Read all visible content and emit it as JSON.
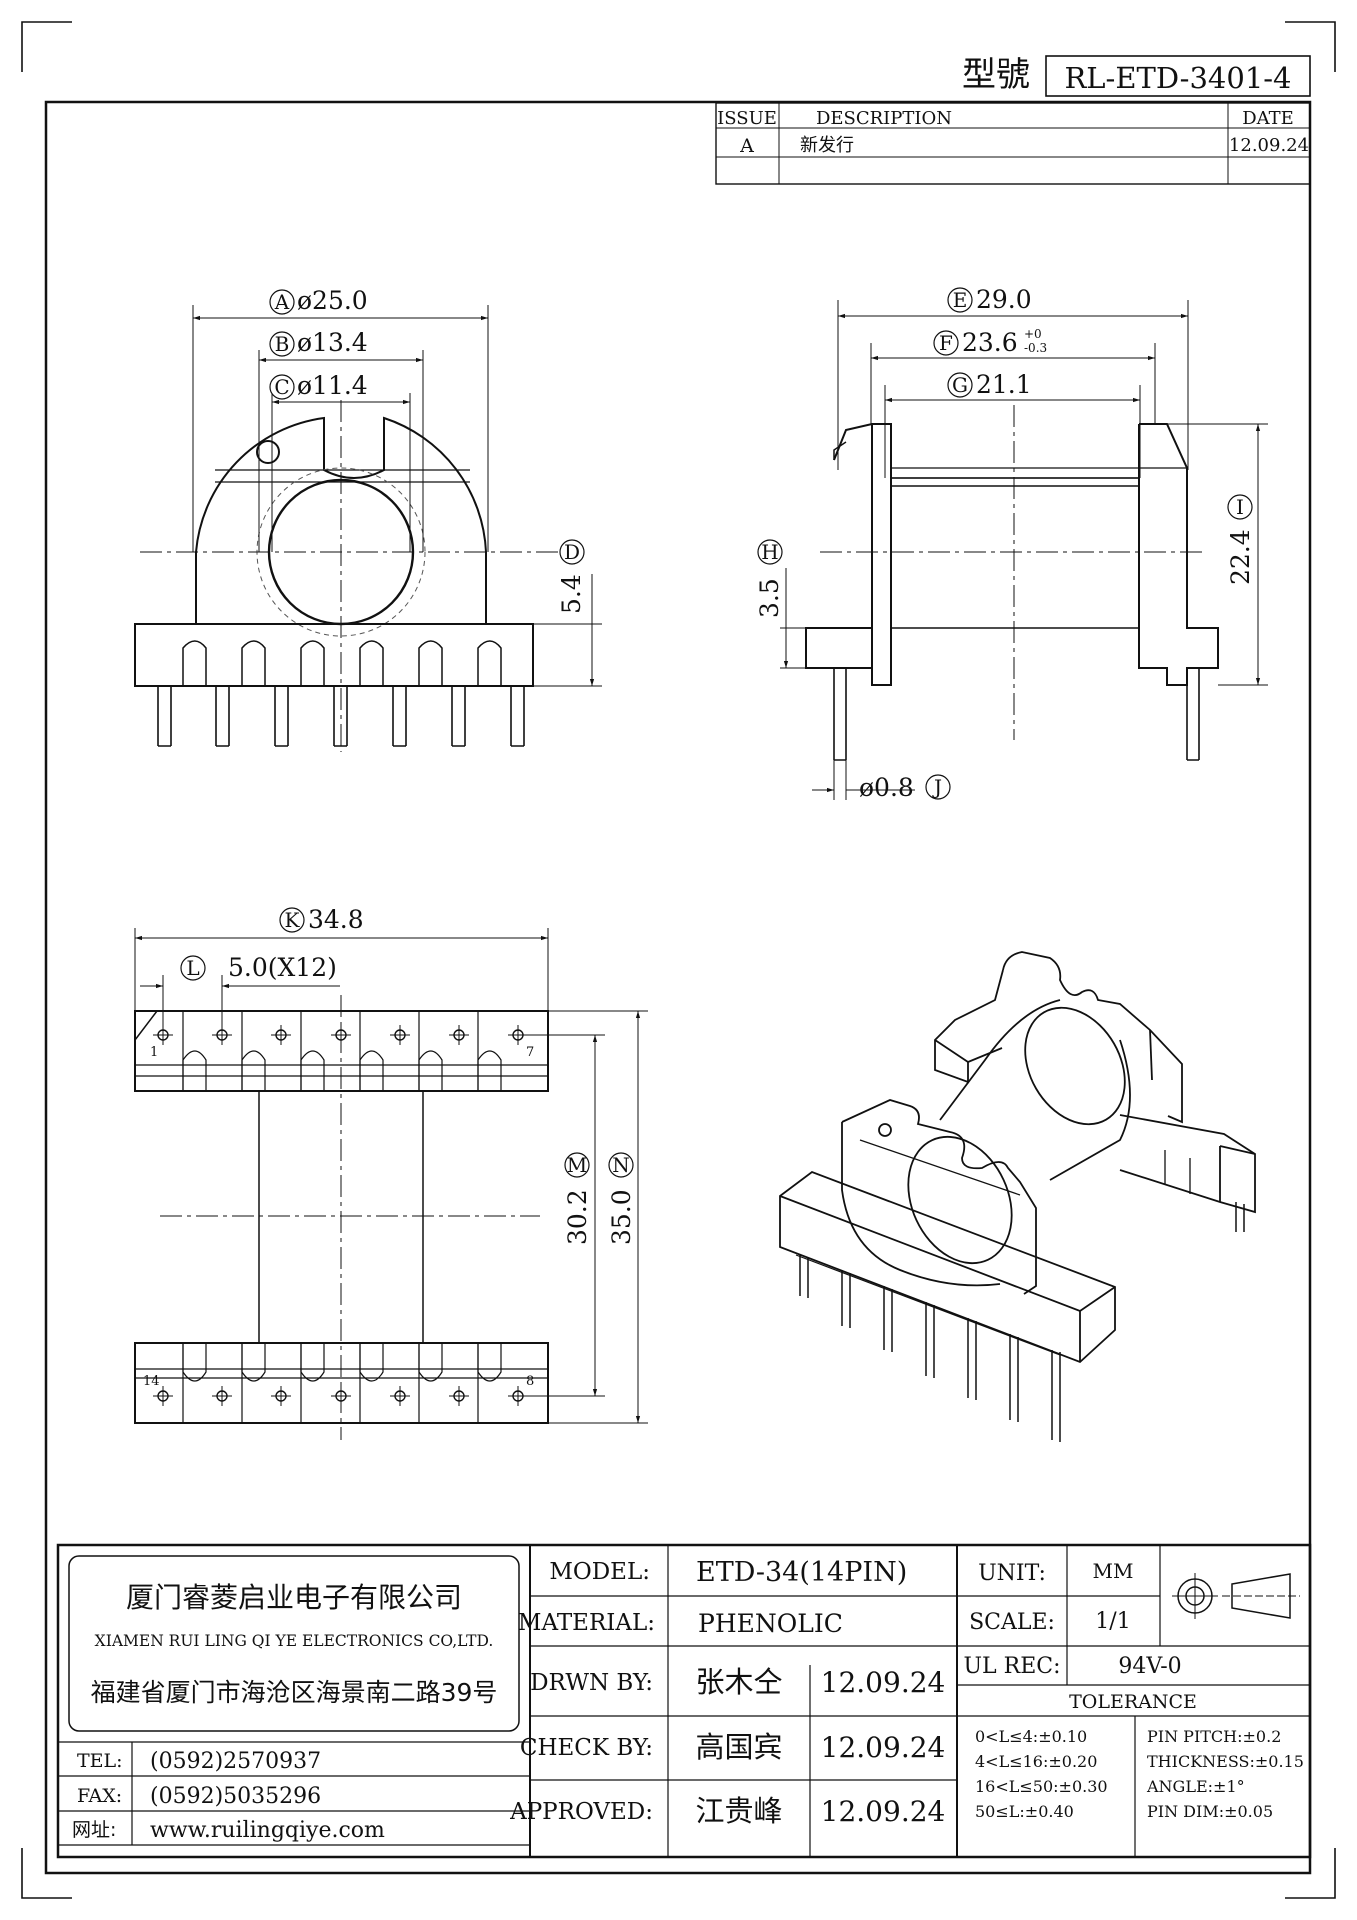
{
  "header": {
    "model_label": "型號",
    "model_no": "RL-ETD-3401-4"
  },
  "revision": {
    "headers": [
      "ISSUE",
      "DESCRIPTION",
      "DATE"
    ],
    "rows": [
      {
        "issue": "A",
        "description": "新发行",
        "date": "12.09.24"
      }
    ]
  },
  "dimensions": {
    "A": {
      "letter": "A",
      "value": "ø25.0"
    },
    "B": {
      "letter": "B",
      "value": "ø13.4"
    },
    "C": {
      "letter": "C",
      "value": "ø11.4"
    },
    "D": {
      "letter": "D",
      "value": "5.4"
    },
    "E": {
      "letter": "E",
      "value": "29.0"
    },
    "F": {
      "letter": "F",
      "value": "23.6",
      "tol_plus": "+0",
      "tol_minus": "-0.3"
    },
    "G": {
      "letter": "G",
      "value": "21.1"
    },
    "H": {
      "letter": "H",
      "value": "3.5"
    },
    "I": {
      "letter": "I",
      "value": "22.4"
    },
    "J": {
      "letter": "J",
      "value": "ø0.8"
    },
    "K": {
      "letter": "K",
      "value": "34.8"
    },
    "L": {
      "letter": "L",
      "value": "5.0(X12)"
    },
    "M": {
      "letter": "M",
      "value": "30.2"
    },
    "N": {
      "letter": "N",
      "value": "35.0"
    }
  },
  "pins": {
    "p1": "1",
    "p7": "7",
    "p8": "8",
    "p14": "14"
  },
  "company": {
    "name_cn": "厦门睿菱启业电子有限公司",
    "name_en": "XIAMEN RUI LING QI YE ELECTRONICS CO,LTD.",
    "address": "福建省厦门市海沧区海景南二路39号",
    "tel_label": "TEL:",
    "tel": "(0592)2570937",
    "fax_label": "FAX:",
    "fax": "(0592)5035296",
    "web_label": "网址:",
    "web": "www.ruilingqiye.com"
  },
  "title_block": {
    "model_label": "MODEL:",
    "model": "ETD-34(14PIN)",
    "material_label": "MATERIAL:",
    "material": "PHENOLIC",
    "drawn_label": "DRWN BY:",
    "drawn_name": "张木仝",
    "drawn_date": "12.09.24",
    "check_label": "CHECK BY:",
    "check_name": "高国宾",
    "check_date": "12.09.24",
    "approved_label": "APPROVED:",
    "approved_name": "江贵峰",
    "approved_date": "12.09.24",
    "unit_label": "UNIT:",
    "unit": "MM",
    "scale_label": "SCALE:",
    "scale": "1/1",
    "ul_label": "UL REC:",
    "ul": "94V-0",
    "tolerance_label": "TOLERANCE",
    "tol_left": [
      "0<L≤4:±0.10",
      "4<L≤16:±0.20",
      "16<L≤50:±0.30",
      "50≤L:±0.40"
    ],
    "tol_right": [
      "PIN PITCH:±0.2",
      "THICKNESS:±0.15",
      "ANGLE:±1°",
      "PIN DIM:±0.05"
    ]
  }
}
